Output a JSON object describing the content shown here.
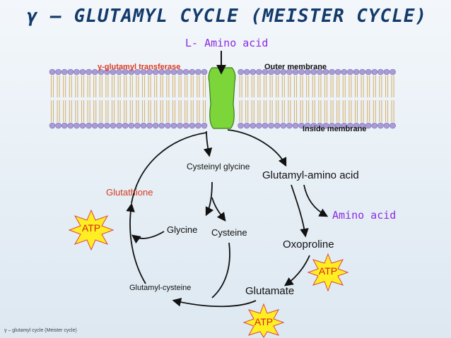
{
  "title": "γ – GLUTAMYL CYCLE (MEISTER CYCLE)",
  "membrane": {
    "amino_acid_in": "L- Amino acid",
    "enzyme": "γ-glutamyl transferase",
    "outer_label": "Outer membrane",
    "inside_label": "Inside membrane"
  },
  "metabolites": {
    "cysteinyl_glycine": "Cysteinyl glycine",
    "glutamyl_amino_acid": "Glutamyl-amino acid",
    "glutathione": "Glutathione",
    "amino_acid_out": "Amino acid",
    "glycine": "Glycine",
    "cysteine": "Cysteine",
    "oxoproline": "Oxoproline",
    "glutamyl_cysteine": "Glutamyl-cysteine",
    "glutamate": "Glutamate"
  },
  "atp": [
    "ATP",
    "ATP",
    "ATP"
  ],
  "footer": "γ – glutamyl cycle (Meister cycle)",
  "colors": {
    "title": "#123a6b",
    "membrane_head": "#a99bd4",
    "membrane_tail": "#d9b36e",
    "transporter": "#7cd63a",
    "atp_star": "#ffee22",
    "atp_text": "#d4241a",
    "amino_acid": "#8a2be2",
    "enzyme": "#e03a1e"
  }
}
